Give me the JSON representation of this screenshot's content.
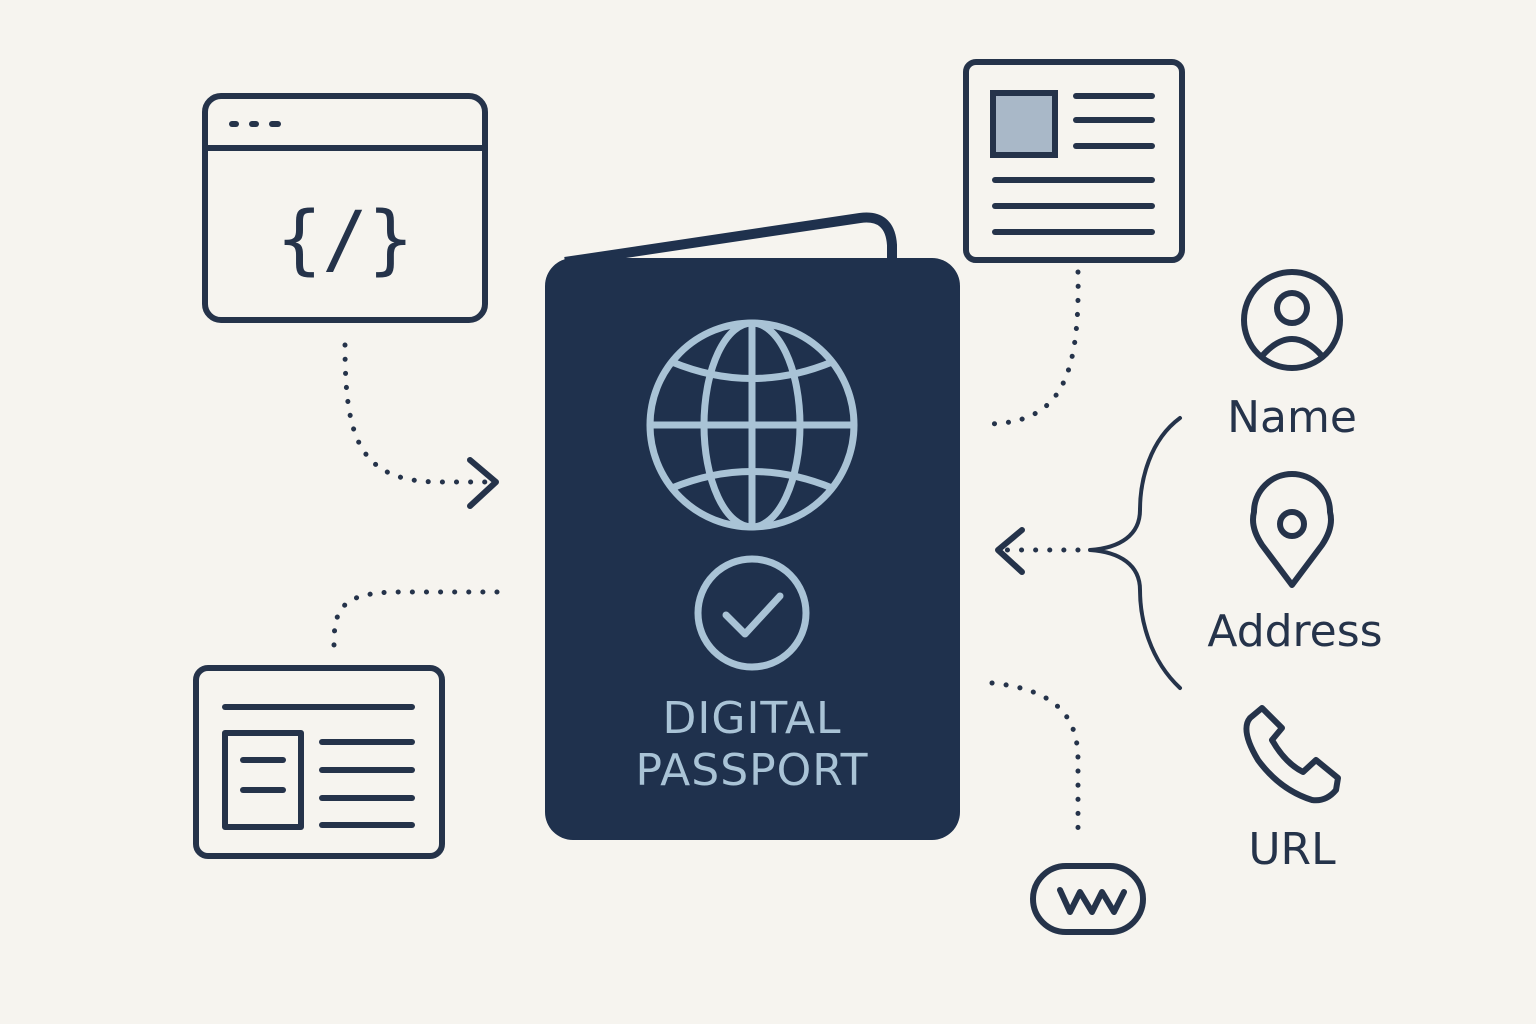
{
  "passport": {
    "line1": "DIGITAL",
    "line2": "PASSPORT"
  },
  "code_window": {
    "symbol": "{/}"
  },
  "labels": {
    "name": "Name",
    "address": "Address",
    "url": "URL"
  },
  "web_badge": {
    "text": "w"
  },
  "icons": [
    "code-window-icon",
    "id-card-icon",
    "document-card-icon",
    "globe-icon",
    "check-circle-icon",
    "user-icon",
    "location-pin-icon",
    "phone-icon",
    "web-badge-icon"
  ],
  "colors": {
    "background": "#f6f4ef",
    "navy": "#1f314d",
    "accent": "#a9c3d6",
    "photo": "#a9b8c8"
  }
}
